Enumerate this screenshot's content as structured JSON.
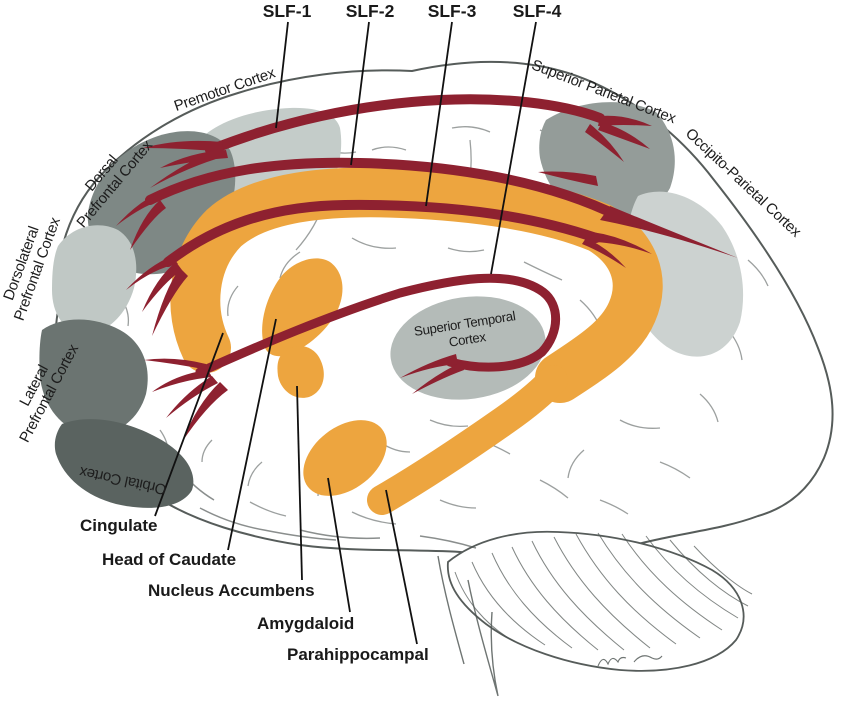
{
  "tract_labels": {
    "slf1": "SLF-1",
    "slf2": "SLF-2",
    "slf3": "SLF-3",
    "slf4": "SLF-4"
  },
  "cortical_labels": {
    "premotor": "Premotor Cortex",
    "dorsal_prefrontal_line1": "Dorsal",
    "dorsal_prefrontal_line2": "Prefrontal Cortex",
    "dorsolateral_prefrontal_line1": "Dorsolateral",
    "dorsolateral_prefrontal_line2": "Prefrontal Cortex",
    "lateral_prefrontal_line1": "Lateral",
    "lateral_prefrontal_line2": "Prefrontal Cortex",
    "orbital": "Orbital Cortex",
    "superior_parietal": "Superior Parietal Cortex",
    "occipito_parietal": "Occipito-Parietal Cortex",
    "superior_temporal_line1": "Superior Temporal",
    "superior_temporal_line2": "Cortex"
  },
  "subcortical_labels": {
    "cingulate": "Cingulate",
    "head_of_caudate": "Head of Caudate",
    "nucleus_accumbens": "Nucleus Accumbens",
    "amygdaloid": "Amygdaloid",
    "parahippocampal": "Parahippocampal"
  },
  "colors": {
    "tract": "#8e2130",
    "limbic_structure": "#eda53f",
    "label_text": "#1a1a1a"
  }
}
